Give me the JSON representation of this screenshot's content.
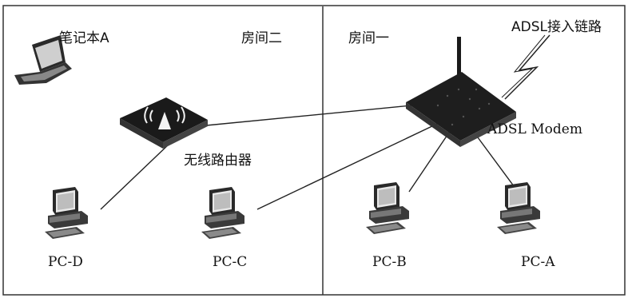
{
  "rooms": {
    "room2_label": "房间二",
    "room1_label": "房间一"
  },
  "devices": {
    "laptop_label": "笔记本A",
    "router_label": "无线路由器",
    "modem_label": "ADSL Modem",
    "adsl_link_label": "ADSL接入链路",
    "pc_d_label": "PC-D",
    "pc_c_label": "PC-C",
    "pc_b_label": "PC-B",
    "pc_a_label": "PC-A"
  }
}
